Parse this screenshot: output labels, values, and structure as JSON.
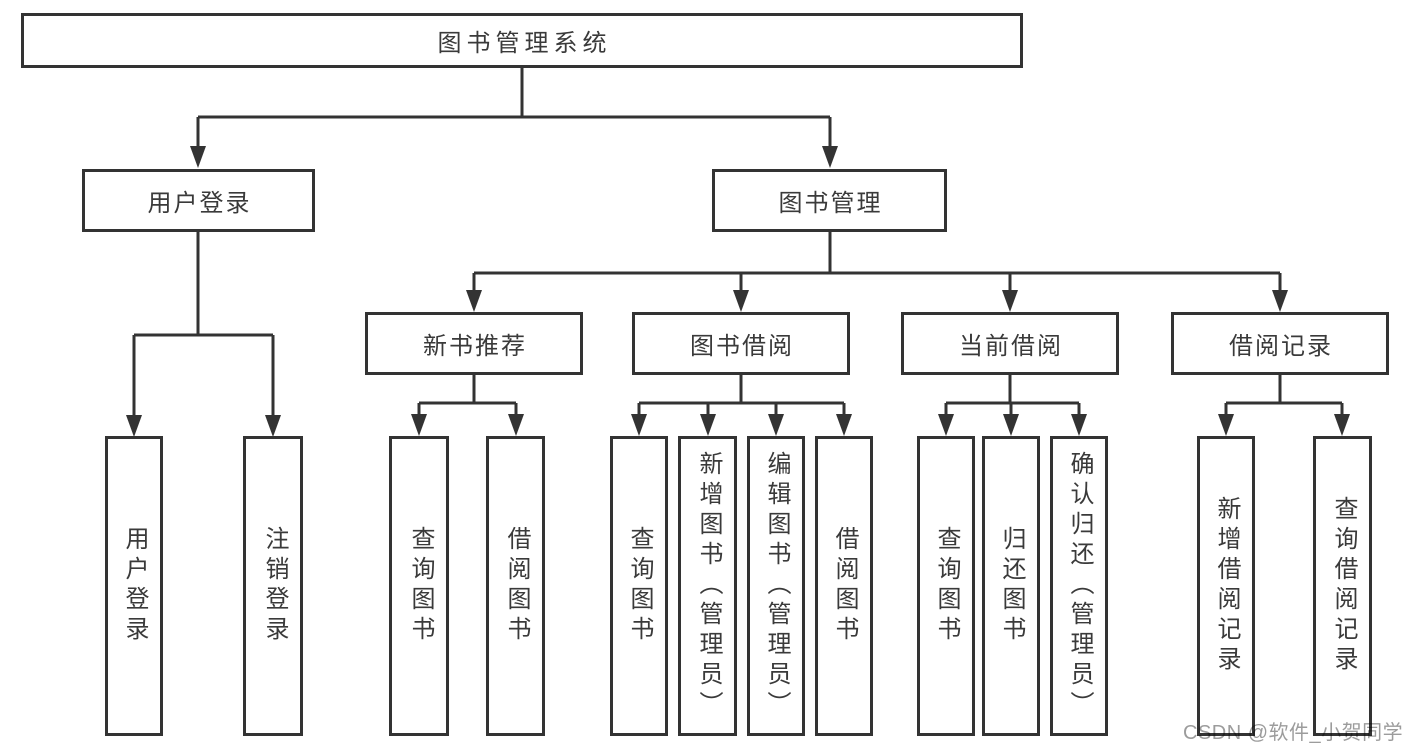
{
  "colors": {
    "line": "#333333",
    "text": "#3a3a3a",
    "watermark": "#9c9c9c",
    "background": "#ffffff"
  },
  "tree": {
    "root": "图书管理系统",
    "user": {
      "label": "用户登录",
      "children": [
        "用户登录",
        "注销登录"
      ]
    },
    "book": {
      "label": "图书管理",
      "children": [
        {
          "label": "新书推荐",
          "children": [
            "查询图书",
            "借阅图书"
          ]
        },
        {
          "label": "图书借阅",
          "children": [
            "查询图书",
            "新增图书（管理员）",
            "编辑图书（管理员）",
            "借阅图书"
          ]
        },
        {
          "label": "当前借阅",
          "children": [
            "查询图书",
            "归还图书",
            "确认归还（管理员）"
          ]
        },
        {
          "label": "借阅记录",
          "children": [
            "新增借阅记录",
            "查询借阅记录"
          ]
        }
      ]
    }
  },
  "watermark": {
    "text": "CSDN @软件_小贺同学"
  }
}
